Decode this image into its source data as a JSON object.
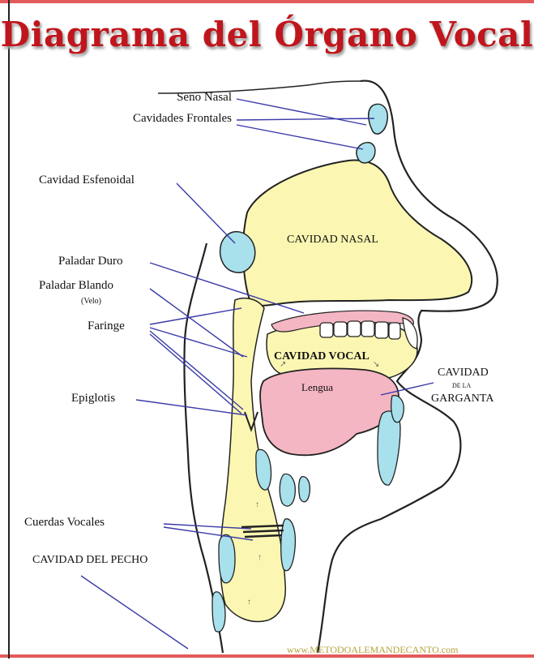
{
  "title": "Diagrama del Órgano Vocal",
  "labels": {
    "seno_nasal": "Seno Nasal",
    "cavidades_frontales": "Cavidades Frontales",
    "cavidad_esfenoidal": "Cavidad Esfenoidal",
    "paladar_duro": "Paladar Duro",
    "paladar_blando": "Paladar Blando",
    "velo": "(Velo)",
    "faringe": "Faringe",
    "epiglotis": "Epiglotis",
    "cuerdas_vocales": "Cuerdas Vocales",
    "cavidad_pecho": "CAVIDAD DEL PECHO",
    "cavidad_nasal": "CAVIDAD NASAL",
    "cavidad_vocal": "CAVIDAD VOCAL",
    "lengua": "Lengua",
    "cavidad_garganta_1": "CAVIDAD",
    "cavidad_garganta_2": "DE LA",
    "cavidad_garganta_3": "GARGANTA"
  },
  "watermark": "www.METODOALEMANDECANTO.com",
  "colors": {
    "title": "#c0151c",
    "cavity_yellow": "#fbf7b2",
    "tongue_pink": "#f4b6c2",
    "sinus_blue": "#a8e0ec",
    "pointer_line": "#3a3aa8",
    "frame": "#e35a5a"
  }
}
